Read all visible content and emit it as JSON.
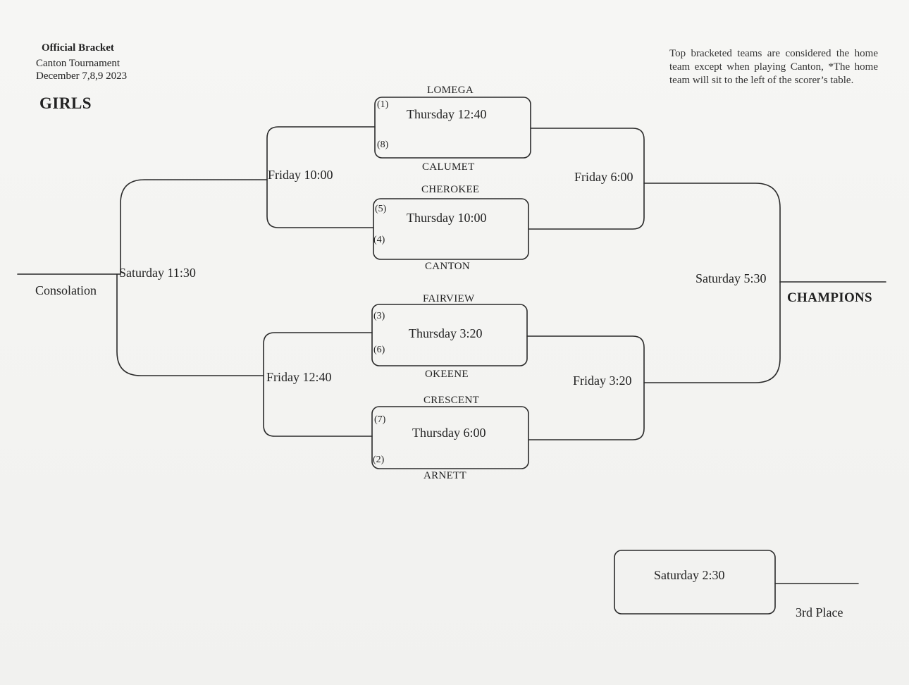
{
  "header": {
    "title": "Official Bracket",
    "tournament": "Canton Tournament",
    "dates": "December 7,8,9 2023",
    "division": "GIRLS"
  },
  "note": {
    "line1": "Top bracketed teams are considered the home team except when playing Canton,",
    "line2": "*The home team will sit to the left of the scorer’s table."
  },
  "round1": [
    {
      "time": "Thursday 12:40",
      "top_team": "LOMEGA",
      "top_seed": "(1)",
      "bottom_team": "CALUMET",
      "bottom_seed": "(8)"
    },
    {
      "time": "Thursday 10:00",
      "top_team": "CHEROKEE",
      "top_seed": "(5)",
      "bottom_team": "CANTON",
      "bottom_seed": "(4)"
    },
    {
      "time": "Thursday 3:20",
      "top_team": "FAIRVIEW",
      "top_seed": "(3)",
      "bottom_team": "OKEENE",
      "bottom_seed": "(6)"
    },
    {
      "time": "Thursday 6:00",
      "top_team": "CRESCENT",
      "top_seed": "(7)",
      "bottom_team": "ARNETT",
      "bottom_seed": "(2)"
    }
  ],
  "consolation_bracket": {
    "semis": [
      "Friday 10:00",
      "Friday 12:40"
    ],
    "final": "Saturday 11:30",
    "label": "Consolation"
  },
  "championship_bracket": {
    "semis": [
      "Friday 6:00",
      "Friday 3:20"
    ],
    "final": "Saturday 5:30",
    "label": "CHAMPIONS"
  },
  "third_place": {
    "time": "Saturday 2:30",
    "label": "3rd Place"
  }
}
